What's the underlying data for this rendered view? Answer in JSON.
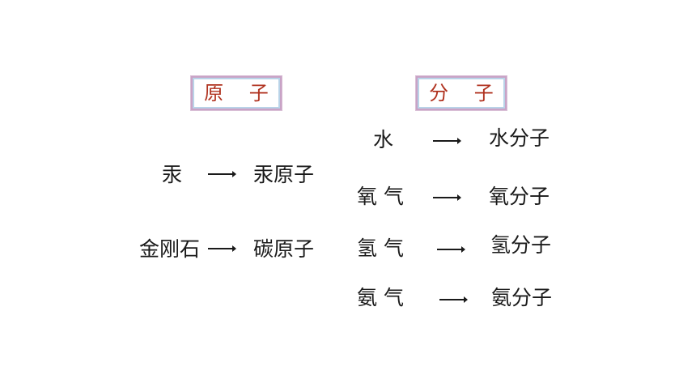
{
  "atoms": {
    "heading": "原 子",
    "rows": [
      {
        "substance": "汞",
        "particle": "汞原子"
      },
      {
        "substance": "金刚石",
        "particle": "碳原子"
      }
    ]
  },
  "molecules": {
    "heading": "分 子",
    "rows": [
      {
        "substance": "水",
        "particle": "水分子"
      },
      {
        "substance": "氧 气",
        "particle": "氧分子"
      },
      {
        "substance": "氢 气",
        "particle": "氢分子"
      },
      {
        "substance": "氨 气",
        "particle": "氨分子"
      }
    ]
  }
}
